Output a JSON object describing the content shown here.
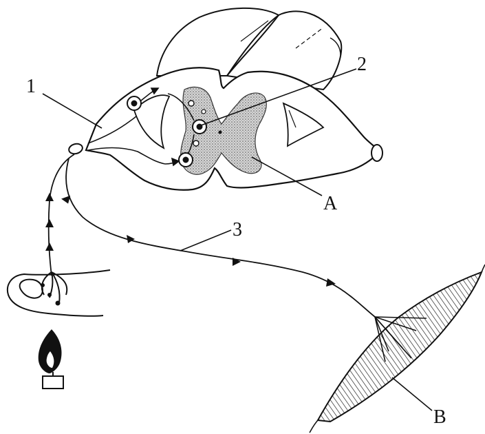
{
  "labels": {
    "one": "1",
    "two": "2",
    "three": "3",
    "a": "A",
    "b": "B"
  },
  "colors": {
    "ink": "#111111",
    "grey_matter": "#9a9a9a",
    "flame": "#111111",
    "paper": "#ffffff"
  }
}
